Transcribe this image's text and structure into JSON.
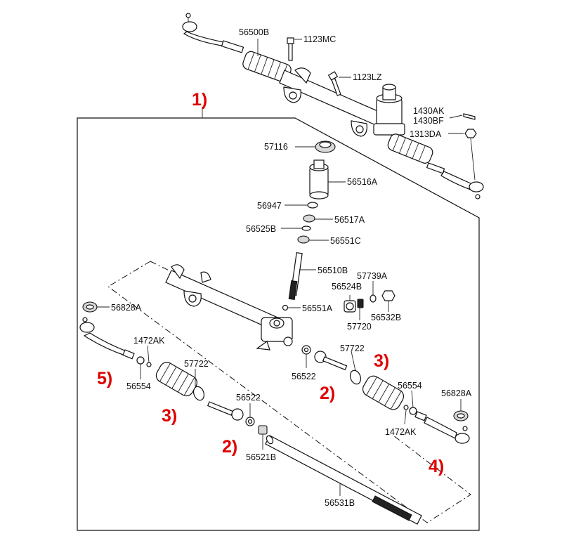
{
  "part_labels": {
    "p56500B": "56500B",
    "p1123MC": "1123MC",
    "p1123LZ": "1123LZ",
    "p1430AK": "1430AK",
    "p1430BF": "1430BF",
    "p1313DA": "1313DA",
    "p57116": "57116",
    "p56516A": "56516A",
    "p56947": "56947",
    "p56517A": "56517A",
    "p56525B": "56525B",
    "p56551C": "56551C",
    "p56510B": "56510B",
    "p57739A": "57739A",
    "p56524B": "56524B",
    "p56551A": "56551A",
    "p56532B": "56532B",
    "p57720": "57720",
    "p56828A_l": "56828A",
    "p1472AK_l": "1472AK",
    "p56554_l": "56554",
    "p57722_l": "57722",
    "p56522_r": "56522",
    "p57722_r": "57722",
    "p56554_r": "56554",
    "p56828A_r": "56828A",
    "p1472AK_r": "1472AK",
    "p56522_l": "56522",
    "p56521B": "56521B",
    "p56531B": "56531B"
  },
  "group_labels": {
    "g1": "1)",
    "g2_right": "2)",
    "g2_left": "2)",
    "g3_right": "3)",
    "g3_left": "3)",
    "g4": "4)",
    "g5": "5)"
  },
  "colors": {
    "group_label": "#e00000",
    "line": "#111111"
  }
}
